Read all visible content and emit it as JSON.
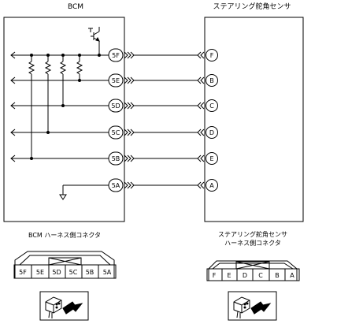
{
  "bcm": {
    "title": "BCM"
  },
  "sensor": {
    "title": "ステアリング舵角センサ"
  },
  "circuit_terminals": [
    {
      "bcm": "5F",
      "sensor": "F"
    },
    {
      "bcm": "5E",
      "sensor": "B"
    },
    {
      "bcm": "5D",
      "sensor": "C"
    },
    {
      "bcm": "5C",
      "sensor": "D"
    },
    {
      "bcm": "5B",
      "sensor": "E"
    },
    {
      "bcm": "5A",
      "sensor": "A"
    }
  ],
  "bcm_connector": {
    "title": "BCM ハーネス側コネクタ",
    "pins": [
      "5F",
      "5E",
      "5D",
      "5C",
      "5B",
      "5A"
    ]
  },
  "sensor_connector": {
    "title_line1": "ステアリング舵角センサ",
    "title_line2": "ハーネス側コネクタ",
    "pins": [
      "F",
      "E",
      "D",
      "C",
      "B",
      "A"
    ]
  },
  "icons": [
    "connector-view-icon",
    "connector-view-icon"
  ]
}
